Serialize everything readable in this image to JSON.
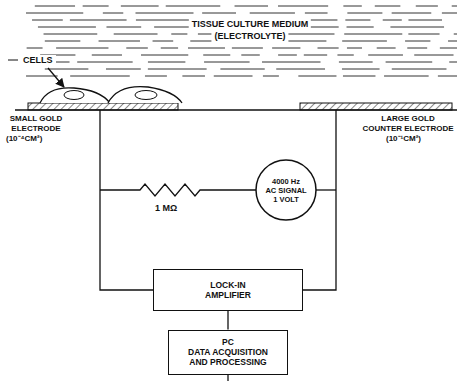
{
  "diagram": {
    "nodes": [
      {
        "text": [
          "4000 Hz",
          "AC SIGNAL",
          "1 VOLT"
        ]
      },
      {
        "text": [
          "LOCK-IN AMPLIFIER"
        ]
      },
      {
        "text": [
          "PC",
          "DATA ACQUISITION AND PROCESSING"
        ]
      }
    ],
    "edges": [
      {
        "from": 1,
        "to": 2,
        "arrow": "none"
      }
    ],
    "labels": [
      "TISSUE CULTURE MEDIUM",
      "(ELECTROLYTE)",
      "CELLS",
      "SMALL GOLD ELECTRODE",
      "(10⁻⁴CM²)",
      "LARGE GOLD COUNTER ELECTRODE",
      "(10⁻¹CM²)",
      "1 MΩ"
    ]
  }
}
